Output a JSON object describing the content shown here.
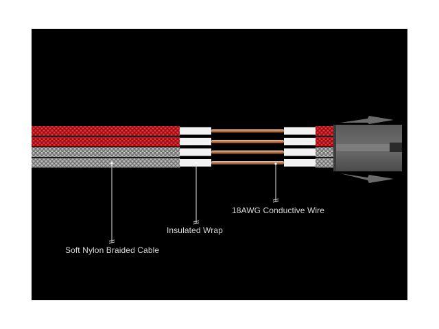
{
  "diagram": {
    "labels": {
      "wire": "18AWG Conductive Wire",
      "insulation": "Insulated Wrap",
      "braid": "Soft Nylon Braided Cable"
    },
    "cable_rows": [
      {
        "sleeve_color": "red"
      },
      {
        "sleeve_color": "red"
      },
      {
        "sleeve_color": "gray"
      },
      {
        "sleeve_color": "gray"
      }
    ],
    "colors": {
      "panel_background": "#000000",
      "red_sleeve": "#c8161c",
      "gray_sleeve": "#9a9a9a",
      "insulation": "#f2f2f2",
      "copper": "#c98a5a",
      "connector": "#5c5c5c",
      "label_text": "#d8d8d8"
    },
    "icons": [
      "leader-line",
      "arrow-icon"
    ]
  }
}
